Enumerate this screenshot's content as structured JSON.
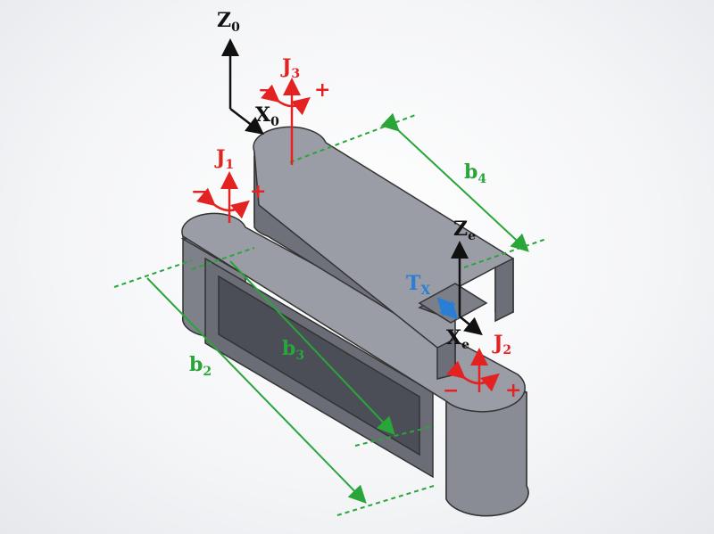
{
  "colors": {
    "joint": "#e32222",
    "dimension": "#2aa53a",
    "frame": "#111111",
    "translation": "#2a7fd4",
    "body": "#8e9099"
  },
  "frames": {
    "base": {
      "z": "Z",
      "z_sub": "0",
      "x": "X",
      "x_sub": "0"
    },
    "end": {
      "z": "Z",
      "z_sub": "e",
      "x": "X",
      "x_sub": "e"
    }
  },
  "joints": [
    {
      "label": "J",
      "sub": "3",
      "minus": "−",
      "plus": "+"
    },
    {
      "label": "J",
      "sub": "1",
      "minus": "−",
      "plus": "+"
    },
    {
      "label": "J",
      "sub": "2",
      "minus": "−",
      "plus": "+"
    }
  ],
  "translation": {
    "label": "T",
    "sub": "X"
  },
  "dimensions": [
    {
      "label": "b",
      "sub": "4"
    },
    {
      "label": "b",
      "sub": "3"
    },
    {
      "label": "b",
      "sub": "2"
    }
  ]
}
